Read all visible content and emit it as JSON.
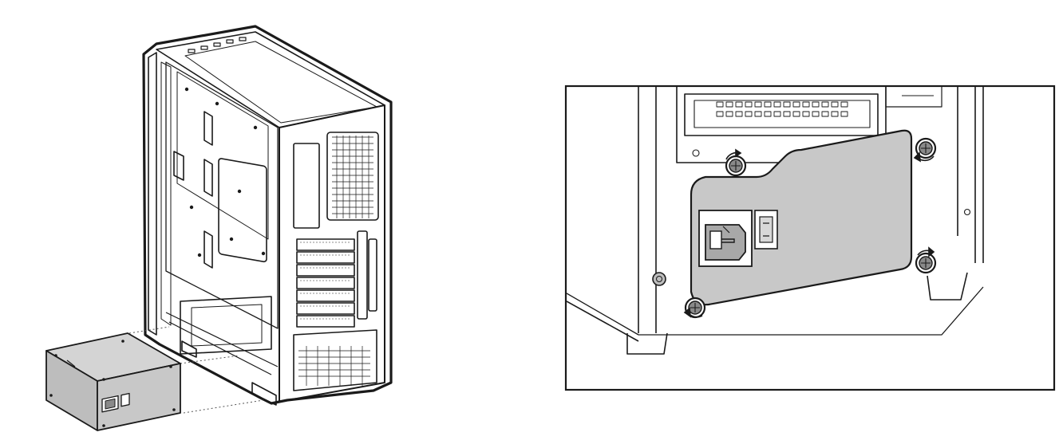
{
  "figure": {
    "left_panel": {
      "subject": "pc-case-with-psu",
      "psu_outside_case": true
    },
    "right_panel": {
      "subject": "psu-mounting-detail",
      "screw_count": 4
    }
  },
  "colors": {
    "line": "#1a1a1a",
    "psu_fill": "#c8c8c8",
    "screw_fill": "#8a8a8a",
    "background": "#ffffff"
  },
  "icons": [
    "screw-icon",
    "rotation-arrow-icon",
    "power-socket-icon",
    "power-switch-icon"
  ]
}
